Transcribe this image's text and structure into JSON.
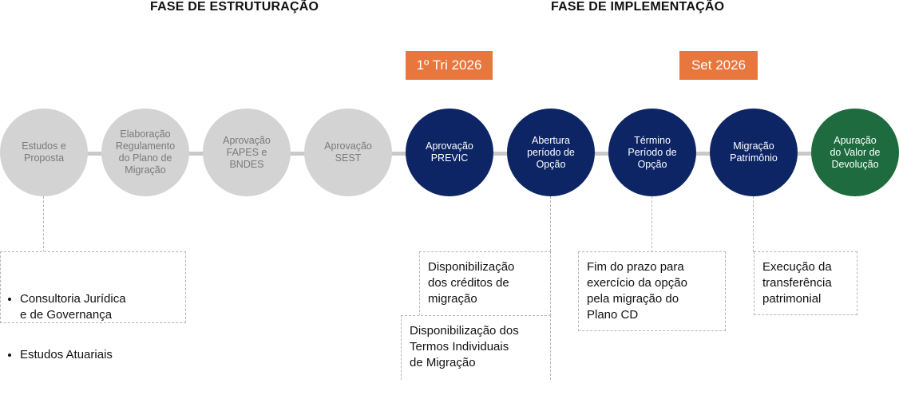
{
  "phases": {
    "structuring": "FASE DE ESTRUTURAÇÃO",
    "implementation": "FASE DE IMPLEMENTAÇÃO"
  },
  "dates": {
    "first": "1º Tri 2026",
    "second": "Set 2026"
  },
  "steps": [
    {
      "label": "Estudos e\nProposta",
      "status": "gray"
    },
    {
      "label": "Elaboração\nRegulamento\ndo Plano de\nMigração",
      "status": "gray"
    },
    {
      "label": "Aprovação\nFAPES e\nBNDES",
      "status": "gray"
    },
    {
      "label": "Aprovação\nSEST",
      "status": "gray"
    },
    {
      "label": "Aprovação\nPREVIC",
      "status": "navy"
    },
    {
      "label": "Abertura\nperíodo de\nOpção",
      "status": "navy"
    },
    {
      "label": "Término\nPeríodo de\nOpção",
      "status": "navy"
    },
    {
      "label": "Migração\nPatrimônio",
      "status": "navy"
    },
    {
      "label": "Apuração\ndo Valor de\nDevolução",
      "status": "green"
    }
  ],
  "notes": {
    "studies": [
      "Consultoria Jurídica\ne de Governança",
      "Estudos Atuariais"
    ],
    "credits": "Disponibilização\ndos créditos de\nmigração",
    "terms": "Disponibilização dos\nTermos Individuais\nde Migração",
    "deadline": "Fim do prazo para\nexercício da opção\npela migração do\nPlano CD",
    "transfer": "Execução da\ntransferência\npatrimonial"
  },
  "colors": {
    "accent_orange": "#E8773E",
    "done_gray": "#d3d3d3",
    "active_navy": "#0d2565",
    "final_green": "#1e6b3f"
  }
}
